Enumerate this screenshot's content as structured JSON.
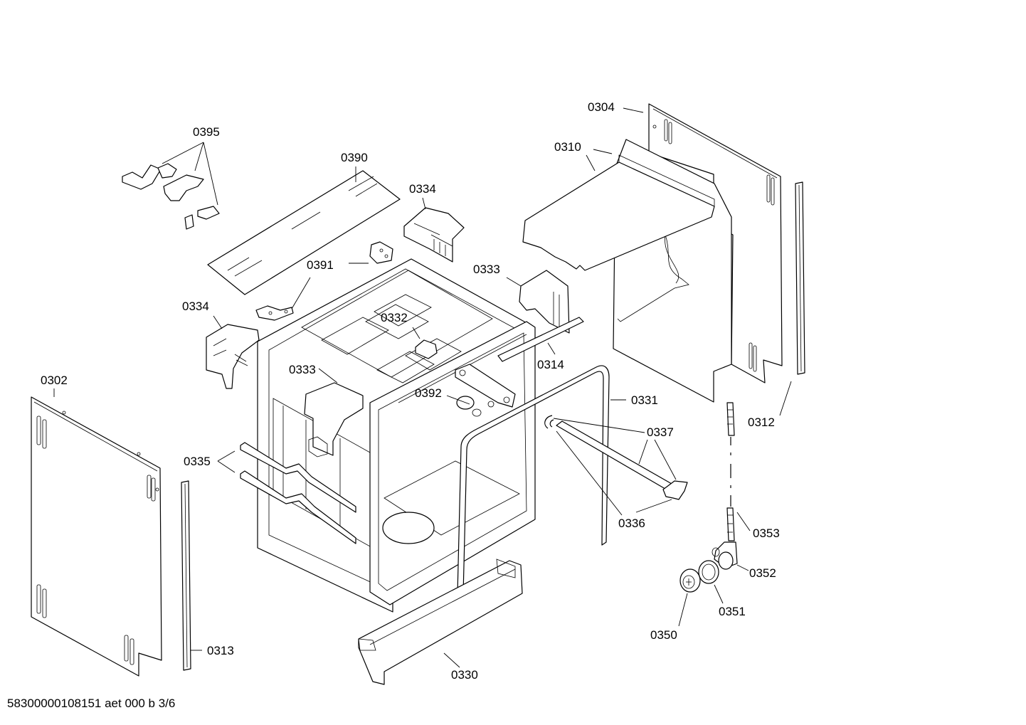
{
  "callouts": [
    {
      "key": "0304",
      "text": "0304"
    },
    {
      "key": "0395",
      "text": "0395"
    },
    {
      "key": "0390",
      "text": "0390"
    },
    {
      "key": "0310",
      "text": "0310"
    },
    {
      "key": "0334a",
      "text": "0334"
    },
    {
      "key": "0391",
      "text": "0391"
    },
    {
      "key": "0333a",
      "text": "0333"
    },
    {
      "key": "0334b",
      "text": "0334"
    },
    {
      "key": "0332",
      "text": "0332"
    },
    {
      "key": "0314",
      "text": "0314"
    },
    {
      "key": "0333b",
      "text": "0333"
    },
    {
      "key": "0302",
      "text": "0302"
    },
    {
      "key": "0392",
      "text": "0392"
    },
    {
      "key": "0331",
      "text": "0331"
    },
    {
      "key": "0312",
      "text": "0312"
    },
    {
      "key": "0337",
      "text": "0337"
    },
    {
      "key": "0335",
      "text": "0335"
    },
    {
      "key": "0336",
      "text": "0336"
    },
    {
      "key": "0353",
      "text": "0353"
    },
    {
      "key": "0352",
      "text": "0352"
    },
    {
      "key": "0351",
      "text": "0351"
    },
    {
      "key": "0313",
      "text": "0313"
    },
    {
      "key": "0350",
      "text": "0350"
    },
    {
      "key": "0330",
      "text": "0330"
    }
  ],
  "footer": "58300000108151 aet 000 b 3/6"
}
